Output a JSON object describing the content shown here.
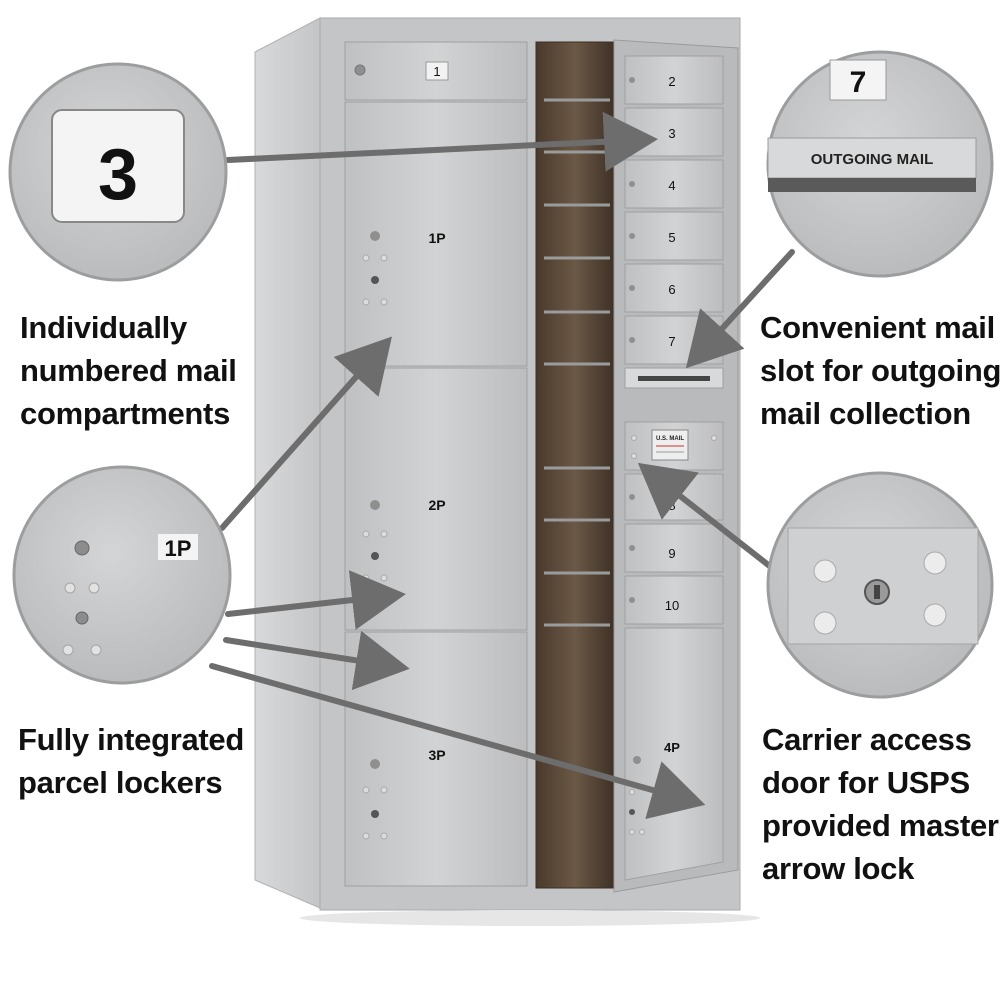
{
  "callouts": {
    "left_top": [
      "Individually",
      "numbered mail",
      "compartments"
    ],
    "left_bottom": [
      "Fully integrated",
      "parcel lockers"
    ],
    "right_top": [
      "Convenient mail",
      "slot for outgoing",
      "mail collection"
    ],
    "right_bottom": [
      "Carrier access",
      "door for USPS",
      "provided master",
      "arrow lock"
    ]
  },
  "zoom_labels": {
    "compartment_number": "3",
    "parcel_label": "1P",
    "slot_number": "7",
    "outgoing_label": "OUTGOING MAIL"
  },
  "compartments": [
    "1",
    "2",
    "3",
    "4",
    "5",
    "6",
    "7",
    "8",
    "9",
    "10"
  ],
  "parcel_lockers": [
    "1P",
    "2P",
    "3P",
    "4P"
  ],
  "usps_label": "U.S. MAIL",
  "colors": {
    "aluminum": "#c8c9cb",
    "arrow": "#6d6d6d",
    "text": "#111111"
  }
}
